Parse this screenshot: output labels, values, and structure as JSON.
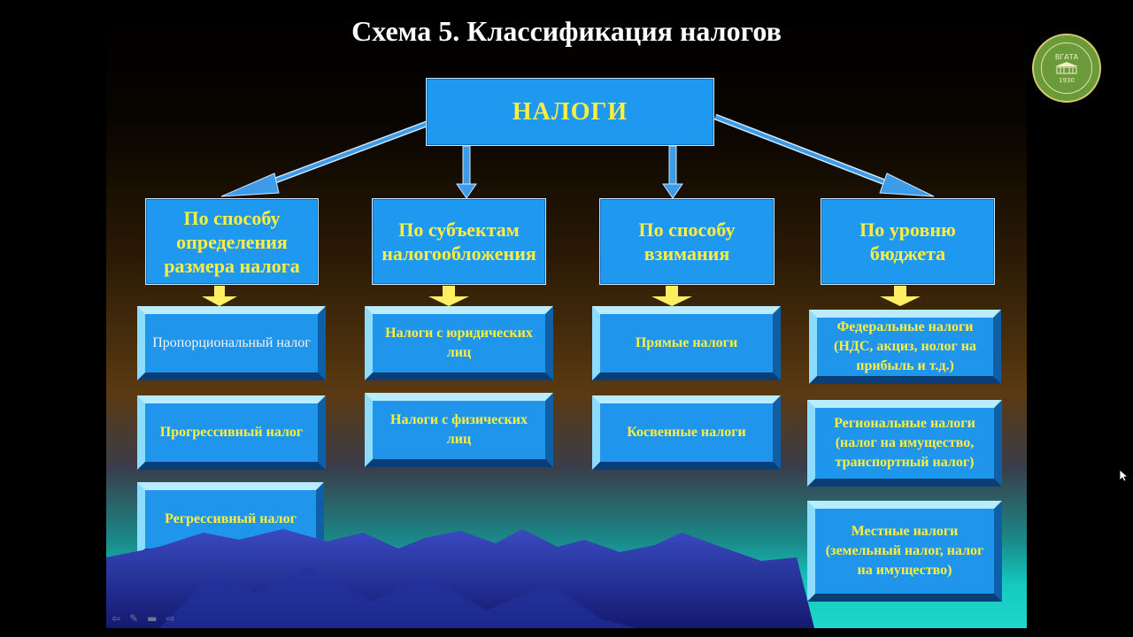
{
  "title": "Схема 5. Классификация налогов",
  "root": "НАЛОГИ",
  "categories": [
    "По способу определения размера налога",
    "По субъектам налогообложения",
    "По способу взимания",
    "По уровню бюджета"
  ],
  "items": {
    "col1": [
      "Пропорциональный налог",
      "Прогрессивный налог",
      "Регрессивный налог"
    ],
    "col2": [
      "Налоги с юридических лиц",
      "Налоги с физических лиц"
    ],
    "col3": [
      "Прямые налоги",
      "Косвенные налоги"
    ],
    "col4": [
      "Федеральные налоги (НДС, акциз, нолог на прибыль и т.д.)",
      "Региональные налоги (налог на имущество, транспортный налог)",
      "Местные налоги (земельный налог, налог на имущество)"
    ]
  },
  "logo": {
    "text": "ВГАТА",
    "year": "1930"
  },
  "colors": {
    "box": "#1f98f0",
    "text": "#ffee40",
    "arrow": "#4aa8f0",
    "down_arrow": "#ffee60"
  }
}
